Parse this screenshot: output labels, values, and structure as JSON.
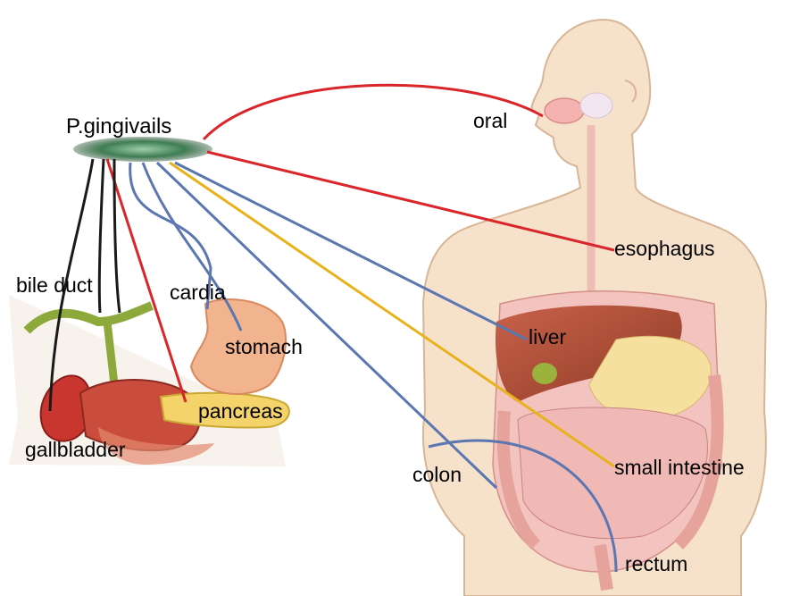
{
  "diagram": {
    "source_label": "P.gingivails",
    "labels": {
      "oral": "oral",
      "esophagus": "esophagus",
      "liver": "liver",
      "small_intestine": "small intestine",
      "colon": "colon",
      "rectum": "rectum",
      "bile_duct": "bile duct",
      "cardia": "cardia",
      "stomach": "stomach",
      "pancreas": "pancreas",
      "gallbladder": "gallbladder"
    },
    "colors": {
      "red_link": "#d9262a",
      "blue_link": "#5b76b0",
      "yellow_link": "#e8b21c",
      "black_link": "#1a1a1a",
      "bacterium": "#4a8a5a",
      "skin": "#f6dcc3",
      "skin_outline": "#d8b596"
    }
  }
}
